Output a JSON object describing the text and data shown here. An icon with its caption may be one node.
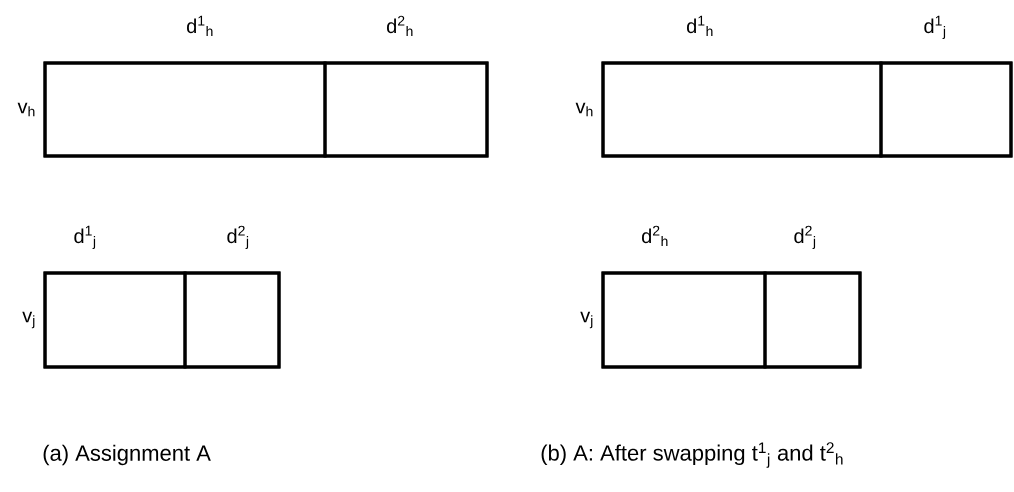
{
  "diagram": {
    "nodes": [
      {
        "text": [],
        "shape": "box",
        "beside": [
          "v$_{h}$"
        ]
      },
      {
        "text": [
          "d$^{1}$$_{h}$"
        ],
        "in": 0
      },
      {
        "text": [
          "d$^{2}$$_{h}$"
        ],
        "in": 0
      },
      {
        "text": [],
        "shape": "box",
        "beside": [
          "v$_{j}$"
        ]
      },
      {
        "text": [
          "d$^{1}$$_{j}$"
        ],
        "in": 3
      },
      {
        "text": [
          "d$^{2}$$_{j}$"
        ],
        "in": 3
      },
      {
        "text": [],
        "shape": "box",
        "beside": [
          "v$_{h}$"
        ]
      },
      {
        "text": [
          "d$^{1}$$_{h}$"
        ],
        "in": 6
      },
      {
        "text": [
          "d$^{1}$$_{j}$"
        ],
        "in": 6
      },
      {
        "text": [],
        "shape": "box",
        "beside": [
          "v$_{j}$"
        ]
      },
      {
        "text": [
          "d$^{2}$$_{h}$"
        ],
        "in": 9
      },
      {
        "text": [
          "d$^{2}$$_{j}$"
        ],
        "in": 9
      }
    ],
    "labels": [
      "(a)  Assignment  A",
      "(b)  A:  After swapping t$^{1}$$_{j}$ and t$^{2}$$_{h}$"
    ]
  }
}
